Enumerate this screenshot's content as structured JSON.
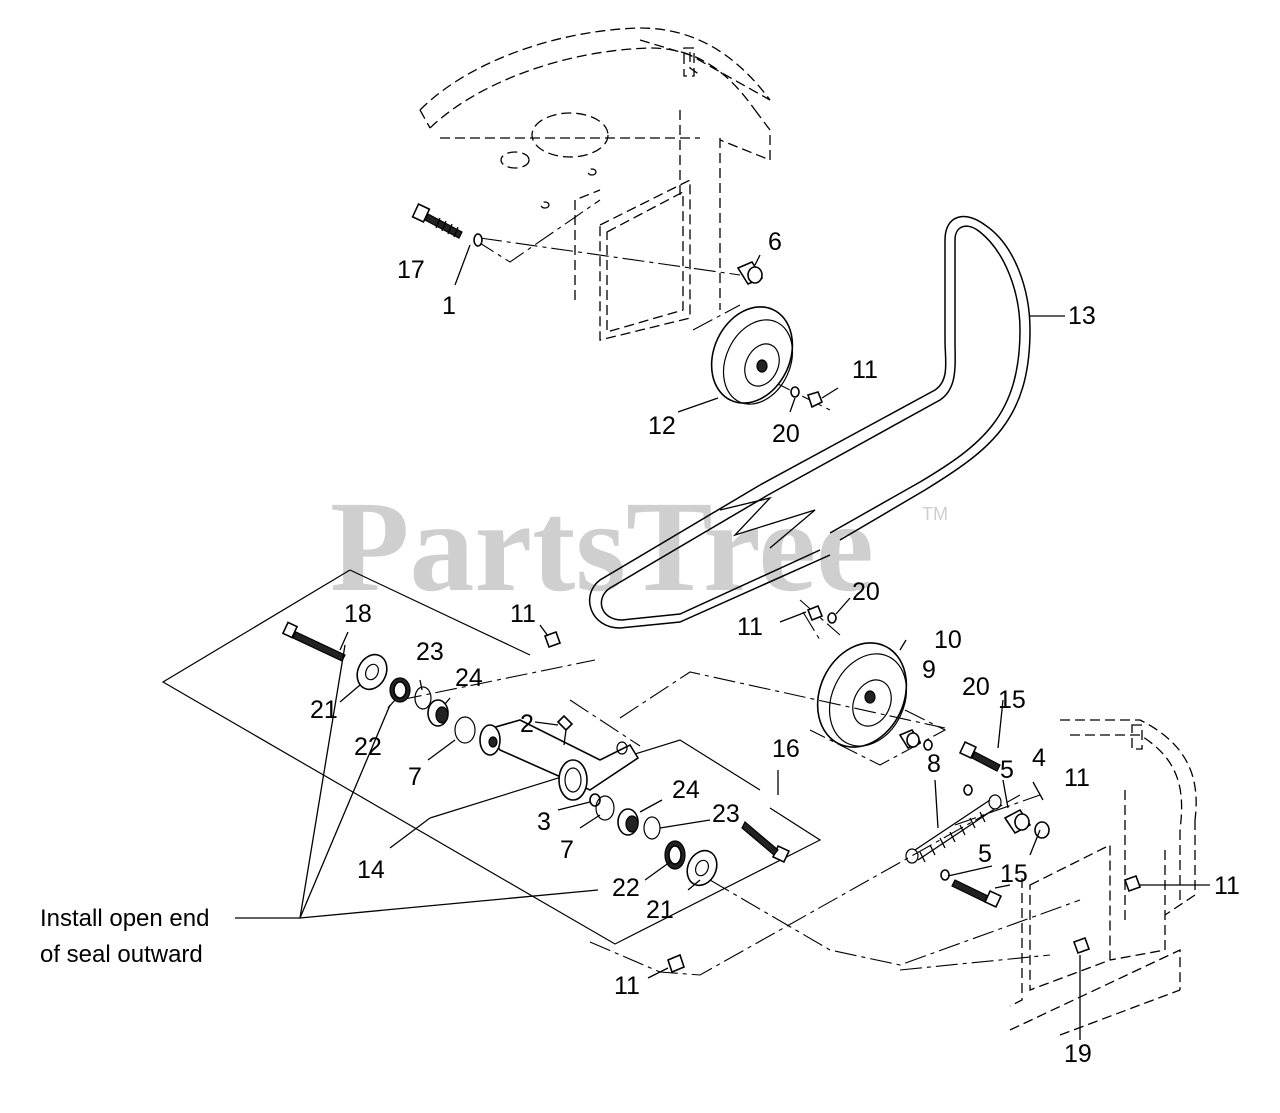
{
  "watermark": {
    "text": "PartsTree",
    "trademark": "TM"
  },
  "note": {
    "line1": "Install open end",
    "line2": "of seal outward"
  },
  "labels": {
    "l1": "1",
    "l17": "17",
    "l6": "6",
    "l13": "13",
    "l11a": "11",
    "l12": "12",
    "l20a": "20",
    "l20b": "20",
    "l11b": "11",
    "l10": "10",
    "l9": "9",
    "l20c": "20",
    "l15a": "15",
    "l18": "18",
    "l11c": "11",
    "l23a": "23",
    "l24a": "24",
    "l21a": "21",
    "l22a": "22",
    "l2": "2",
    "l7a": "7",
    "l16": "16",
    "l3": "3",
    "l24b": "24",
    "l23b": "23",
    "l7b": "7",
    "l14": "14",
    "l22b": "22",
    "l21b": "21",
    "l11d": "11",
    "l8": "8",
    "l5a": "5",
    "l4": "4",
    "l11e": "11",
    "l11f": "11",
    "l5b": "5",
    "l15b": "15",
    "l19": "19"
  }
}
